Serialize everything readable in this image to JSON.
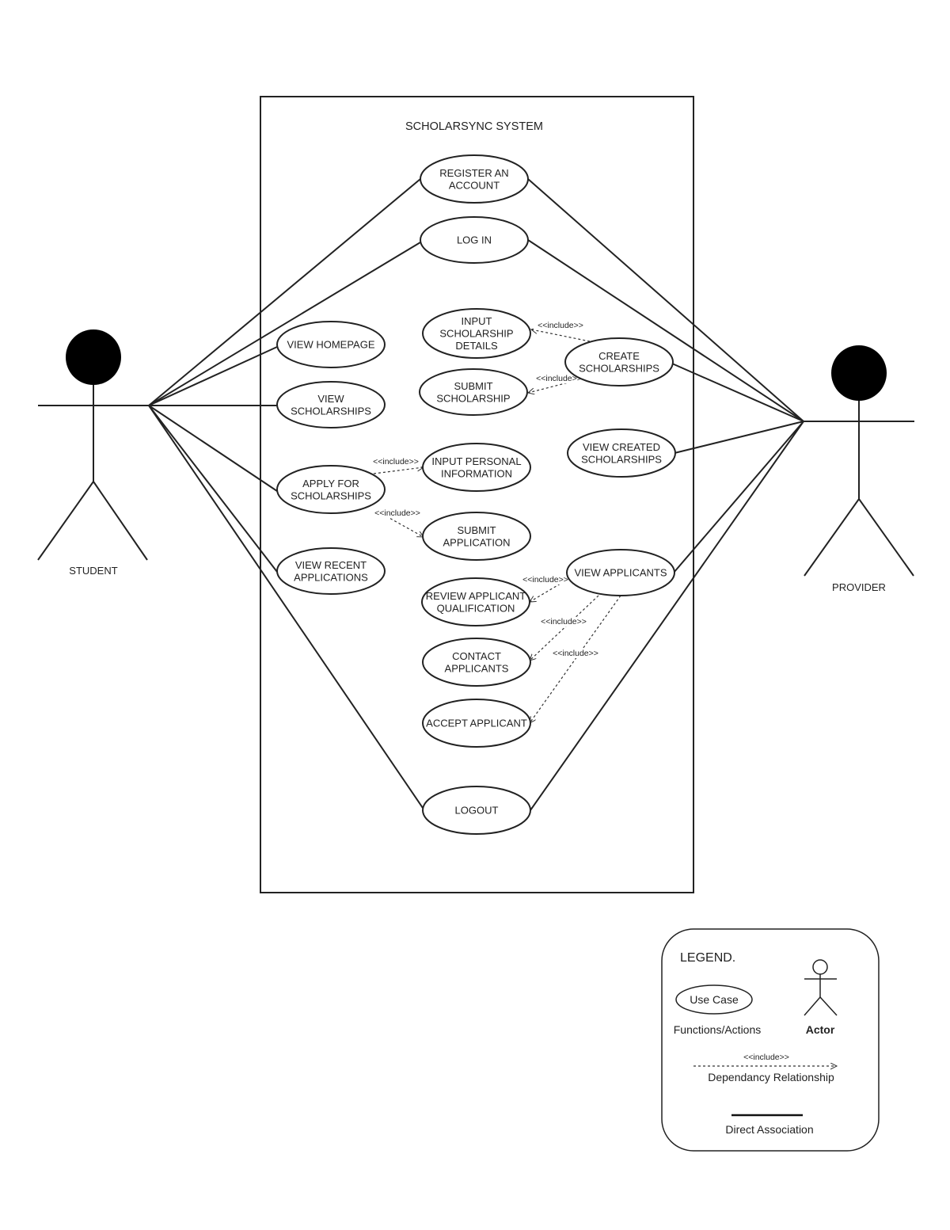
{
  "system": {
    "title": "SCHOLARSYNC SYSTEM"
  },
  "actors": {
    "student": {
      "label": "STUDENT"
    },
    "provider": {
      "label": "PROVIDER"
    }
  },
  "use_cases": {
    "register": [
      "REGISTER AN",
      "ACCOUNT"
    ],
    "login": [
      "LOG IN"
    ],
    "view_homepage": [
      "VIEW HOMEPAGE"
    ],
    "view_scholarships": [
      "VIEW",
      "SCHOLARSHIPS"
    ],
    "apply": [
      "APPLY FOR",
      "SCHOLARSHIPS"
    ],
    "view_recent": [
      "VIEW RECENT",
      "APPLICATIONS"
    ],
    "input_details": [
      "INPUT",
      "SCHOLARSHIP",
      "DETAILS"
    ],
    "submit_scholarship": [
      "SUBMIT",
      "SCHOLARSHIP"
    ],
    "create": [
      "CREATE",
      "SCHOLARSHIPS"
    ],
    "input_personal": [
      "INPUT PERSONAL",
      "INFORMATION"
    ],
    "submit_application": [
      "SUBMIT",
      "APPLICATION"
    ],
    "view_created": [
      "VIEW CREATED",
      "SCHOLARSHIPS"
    ],
    "view_applicants": [
      "VIEW APPLICANTS"
    ],
    "review": [
      "REVIEW APPLICANT",
      "QUALIFICATION"
    ],
    "contact": [
      "CONTACT",
      "APPLICANTS"
    ],
    "accept": [
      "ACCEPT APPLICANT"
    ],
    "logout": [
      "LOGOUT"
    ]
  },
  "include_label": "<<include>>",
  "legend": {
    "title": "LEGEND.",
    "use_case_sample": "Use Case",
    "use_case_caption": "Functions/Actions",
    "actor_caption": "Actor",
    "include_sample": "<<include>>",
    "dependency_caption": "Dependancy Relationship",
    "association_caption": "Direct Association"
  }
}
